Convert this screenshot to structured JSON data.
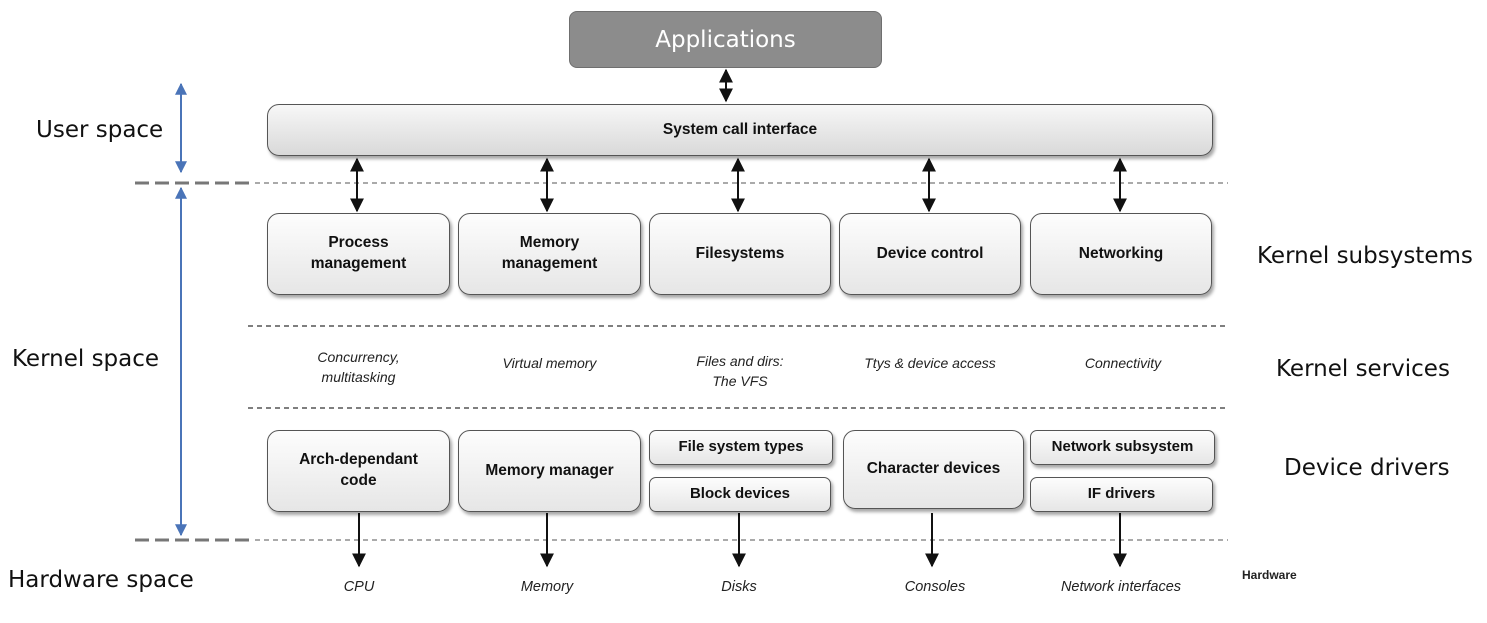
{
  "applications": "Applications",
  "system_call_interface": "System call interface",
  "left_labels": {
    "user": "User space",
    "kernel": "Kernel space",
    "hardware": "Hardware space"
  },
  "right_labels": {
    "subsystems": "Kernel subsystems",
    "services": "Kernel services",
    "drivers": "Device drivers",
    "hardware": "Hardware"
  },
  "subsystems": [
    {
      "line1": "Process",
      "line2": "management"
    },
    {
      "line1": "Memory",
      "line2": "management"
    },
    {
      "line1": "Filesystems",
      "line2": ""
    },
    {
      "line1": "Device control",
      "line2": ""
    },
    {
      "line1": "Networking",
      "line2": ""
    }
  ],
  "services": [
    {
      "line1": "Concurrency,",
      "line2": "multitasking"
    },
    {
      "line1": "Virtual memory",
      "line2": ""
    },
    {
      "line1": "Files and dirs:",
      "line2": "The VFS"
    },
    {
      "line1": "Ttys & device access",
      "line2": ""
    },
    {
      "line1": "Connectivity",
      "line2": ""
    }
  ],
  "drivers": {
    "arch": {
      "line1": "Arch-dependant",
      "line2": "code"
    },
    "memory_manager": "Memory manager",
    "fs_types": "File system types",
    "block_devices": "Block devices",
    "character_devices": "Character devices",
    "network_subsystem": "Network subsystem",
    "if_drivers": "IF drivers"
  },
  "hardware": [
    "CPU",
    "Memory",
    "Disks",
    "Consoles",
    "Network interfaces"
  ],
  "colors": {
    "applications_fill": "#8c8c8c",
    "brace_arrow": "#4a74b8",
    "dash_line": "#666666"
  }
}
